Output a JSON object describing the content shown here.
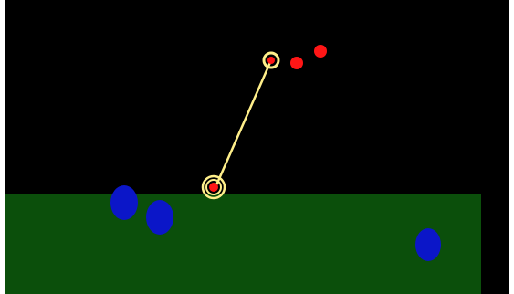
{
  "game": {
    "colors": {
      "frame": "#ffffff",
      "background": "#000000",
      "ground": "#0b4f0b",
      "blue_ball": "#0b16c8",
      "red_ball": "#ff1616",
      "highlight": "#ffef8a",
      "tether": "#ffef8a"
    },
    "entities": {
      "blue_balls": 3,
      "red_balls": 4,
      "highlighted_red_balls": 2,
      "tethers": 1
    }
  }
}
